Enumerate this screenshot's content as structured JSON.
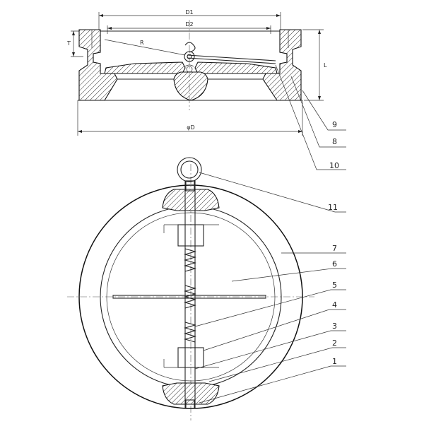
{
  "dimensions": {
    "d1": "D1",
    "d2": "D2",
    "phi_d": "φD",
    "r": "R",
    "t": "T",
    "l": "L"
  },
  "part_labels": [
    "1",
    "2",
    "3",
    "4",
    "5",
    "6",
    "7",
    "8",
    "9",
    "10",
    "11"
  ],
  "colors": {
    "line": "#222222",
    "background": "#ffffff"
  }
}
